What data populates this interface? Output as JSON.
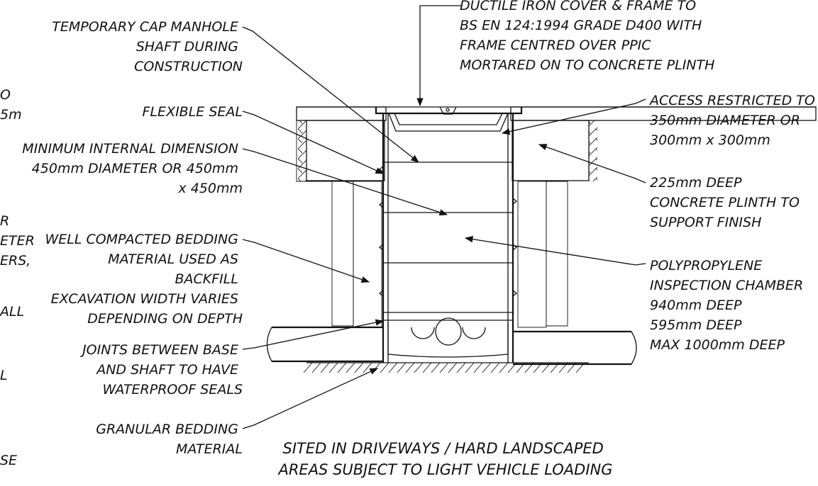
{
  "labels": {
    "temporary_cap": [
      "TEMPORARY CAP MANHOLE",
      "SHAFT DURING",
      "CONSTRUCTION"
    ],
    "flexible_seal": [
      "FLEXIBLE SEAL"
    ],
    "min_internal": [
      "MINIMUM INTERNAL DIMENSION",
      "450mm DIAMETER OR 450mm",
      "x 450mm"
    ],
    "well_compacted": [
      "WELL COMPACTED BEDDING",
      "MATERIAL USED AS",
      "BACKFILL",
      "EXCAVATION WIDTH VARIES",
      "DEPENDING ON DEPTH"
    ],
    "joints": [
      "JOINTS BETWEEN BASE",
      "AND SHAFT TO HAVE",
      "WATERPROOF SEALS"
    ],
    "granular": [
      "GRANULAR BEDDING",
      "MATERIAL"
    ],
    "ductile_cover": [
      "DUCTILE IRON COVER & FRAME TO",
      "BS EN 124:1994 GRADE D400 WITH",
      "FRAME CENTRED OVER PPIC",
      "MORTARED ON TO CONCRETE PLINTH"
    ],
    "access_restricted": [
      "ACCESS RESTRICTED TO",
      "350mm DIAMETER OR",
      "300mm x 300mm"
    ],
    "plinth": [
      "225mm DEEP",
      "CONCRETE  PLINTH TO",
      "SUPPORT FINISH"
    ],
    "chamber": [
      "POLYPROPYLENE",
      "INSPECTION  CHAMBER",
      "940mm DEEP",
      "595mm DEEP",
      "MAX 1000mm DEEP"
    ],
    "title": [
      "SITED IN DRIVEWAYS / HARD LANDSCAPED",
      "AREAS SUBJECT TO LIGHT VEHICLE LOADING"
    ],
    "edge_fragments": [
      "O",
      "5m",
      "R",
      "ETER",
      "ERS,",
      "ALL",
      "L",
      "SE"
    ]
  }
}
